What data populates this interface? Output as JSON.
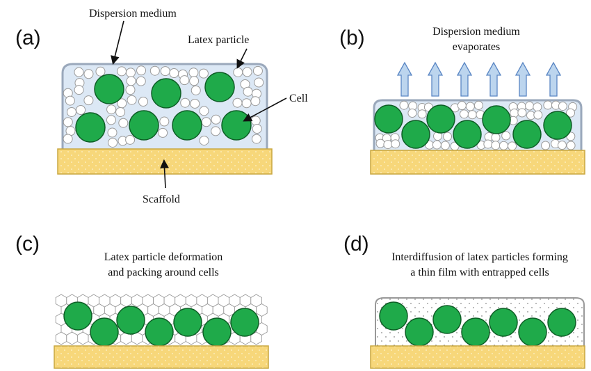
{
  "panels": [
    {
      "letter": "(a)",
      "labels": {
        "dispersion_medium": "Dispersion medium",
        "latex_particle": "Latex particle",
        "cell": "Cell",
        "scaffold": "Scaffold"
      }
    },
    {
      "letter": "(b)",
      "caption": [
        "Dispersion medium",
        "evaporates"
      ]
    },
    {
      "letter": "(c)",
      "caption": [
        "Latex particle deformation",
        "and packing around cells"
      ]
    },
    {
      "letter": "(d)",
      "caption": [
        "Interdiffusion of latex particles forming",
        "a thin film with entrapped cells"
      ]
    }
  ],
  "colors": {
    "scaffold": "#f7d77a",
    "scaffold_border": "#c9a740",
    "cell": "#1faa4a",
    "cell_border": "#0e5e26",
    "medium": "#dce8f5",
    "medium_border": "#9aa8bb",
    "particle": "#ffffff",
    "particle_border": "#9a9a9a",
    "arrow": "#bcd5ee",
    "arrow_border": "#5a86c4"
  }
}
